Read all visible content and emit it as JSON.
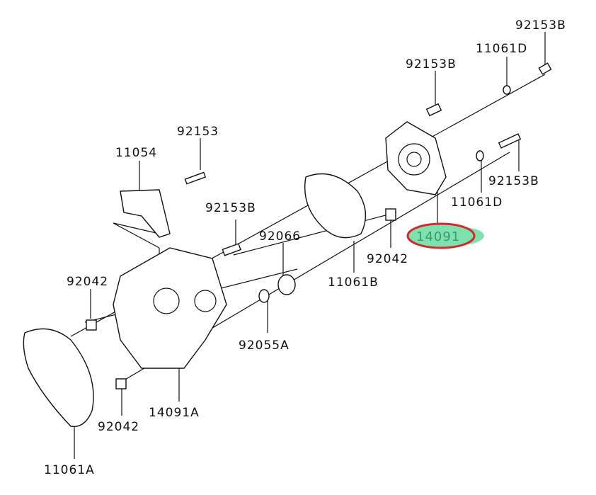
{
  "diagram": {
    "highlight_color": "#d22a2a",
    "highlight_fill": "#7fe0b0",
    "labels": [
      {
        "id": "92153B-top",
        "text": "92153B"
      },
      {
        "id": "11061D-top",
        "text": "11061D"
      },
      {
        "id": "92153B-upper",
        "text": "92153B"
      },
      {
        "id": "92153",
        "text": "92153"
      },
      {
        "id": "11054",
        "text": "11054"
      },
      {
        "id": "92153B-right",
        "text": "92153B"
      },
      {
        "id": "11061D-right",
        "text": "11061D"
      },
      {
        "id": "92153B-left",
        "text": "92153B"
      },
      {
        "id": "92066",
        "text": "92066"
      },
      {
        "id": "14091",
        "text": "14091"
      },
      {
        "id": "92042-mid",
        "text": "92042"
      },
      {
        "id": "92042-left",
        "text": "92042"
      },
      {
        "id": "11061B",
        "text": "11061B"
      },
      {
        "id": "92055A",
        "text": "92055A"
      },
      {
        "id": "14091A",
        "text": "14091A"
      },
      {
        "id": "92042-bottom",
        "text": "92042"
      },
      {
        "id": "11061A",
        "text": "11061A"
      }
    ]
  }
}
